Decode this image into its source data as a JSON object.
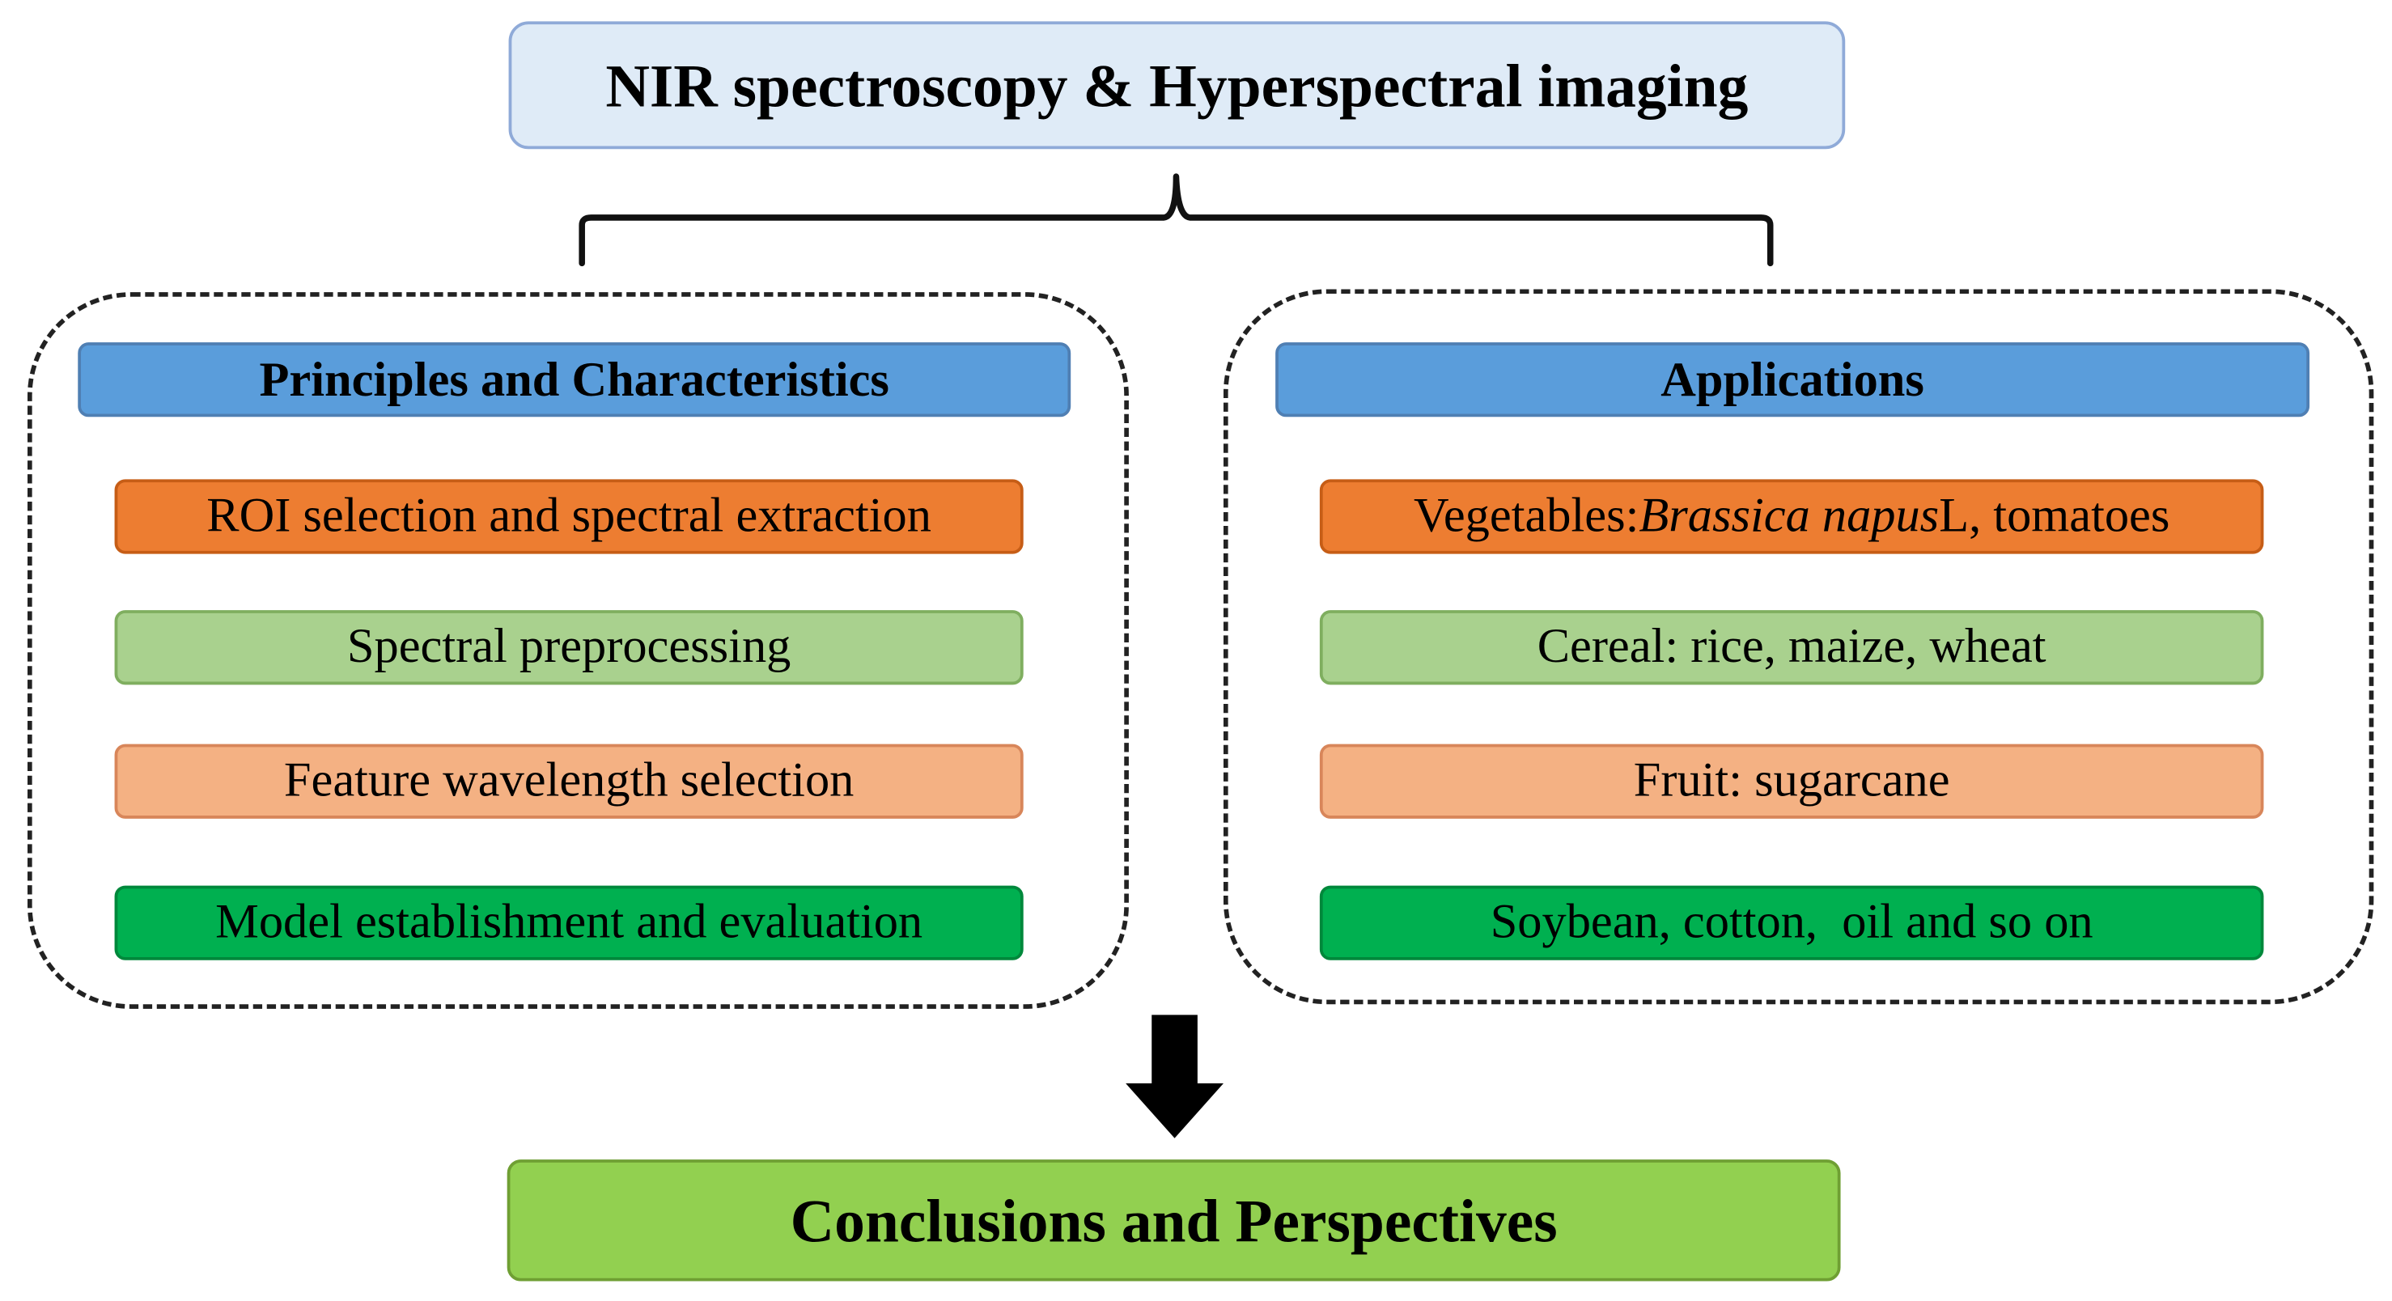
{
  "diagram": {
    "top_title": "NIR spectroscopy & Hyperspectral imaging",
    "left_section": {
      "header": "Principles and Characteristics",
      "items": [
        "ROI selection and spectral extraction",
        "Spectral preprocessing",
        "Feature wavelength selection",
        "Model establishment and evaluation"
      ]
    },
    "right_section": {
      "header": "Applications",
      "items": [
        {
          "prefix": "Vegetables: ",
          "italic": "Brassica napus",
          "suffix": " L, tomatoes"
        },
        "Cereal: rice, maize, wheat",
        "Fruit: sugarcane",
        "Soybean, cotton,  oil and so on"
      ]
    },
    "conclusion": "Conclusions and Perspectives"
  },
  "colors": {
    "top_box": "#dfebf7",
    "section_header": "#5a9ddb",
    "orange_item": "#ed7d31",
    "light_green_item": "#a9d18e",
    "peach_item": "#f4b183",
    "dark_green_item": "#00b050",
    "conclusion_box": "#92d050"
  },
  "icons": {
    "brace": "curly-brace",
    "arrow": "down-arrow"
  }
}
